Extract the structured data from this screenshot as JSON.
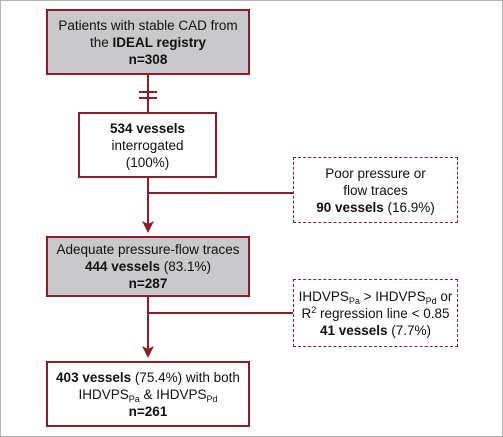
{
  "boxes": {
    "registry": {
      "line1": "Patients with stable CAD from",
      "line2_prefix": "the ",
      "line2_bold": "IDEAL registry",
      "line3": "n=308"
    },
    "interrogated": {
      "line1": "534 vessels",
      "line2": "interrogated",
      "line3": "(100%)"
    },
    "excluded_traces": {
      "line1": "Poor pressure or",
      "line2": "flow traces",
      "line3_bold": "90 vessels",
      "line3_rest": " (16.9%)"
    },
    "adequate": {
      "line1": "Adequate pressure-flow traces",
      "line2_bold": "444 vessels",
      "line2_rest": " (83.1%)",
      "line3": "n=287"
    },
    "excluded_regression": {
      "l1_a": "IHDVPS",
      "l1_a_sub": "Pa",
      "l1_gt": " > IHDVPS",
      "l1_b_sub": "Pd",
      "l1_or": " or",
      "l2_r": "R",
      "l2_sup": "2",
      "l2_rest": " regression line < 0.85",
      "l3_bold": "41 vessels",
      "l3_rest": " (7.7%)"
    },
    "final": {
      "l1_bold": "403 vessels",
      "l1_rest": " (75.4%) with both",
      "l2_a": "IHDVPS",
      "l2_a_sub": "Pa",
      "l2_amp": " & IHDVPS",
      "l2_b_sub": "Pd",
      "l3": "n=261"
    }
  },
  "colors": {
    "accent": "#8a1f2b",
    "dark_box": "#c9c9cb",
    "frame": "#b3b3b3"
  }
}
